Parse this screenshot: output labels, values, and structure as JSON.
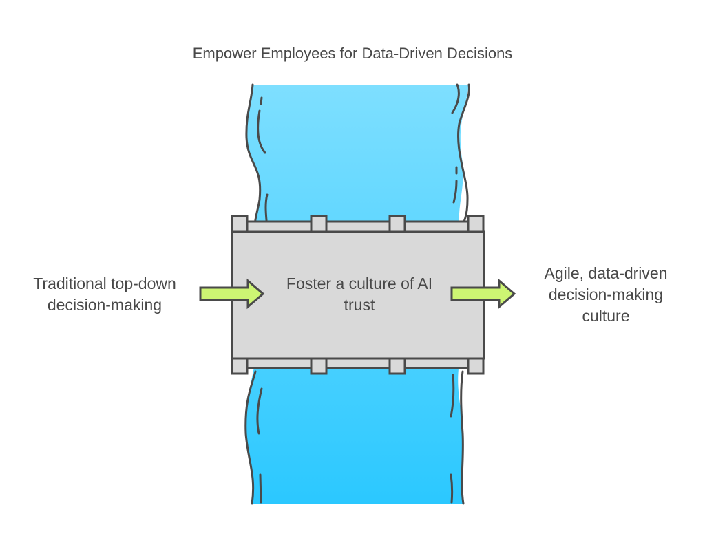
{
  "title": "Empower Employees for Data-Driven Decisions",
  "left_label": [
    "Traditional top-down",
    "decision-making"
  ],
  "center_label": [
    "Foster a culture of AI",
    "trust"
  ],
  "right_label": [
    "Agile, data-driven",
    "decision-making",
    "culture"
  ],
  "colors": {
    "river_top": "#7EDFFF",
    "river_bottom": "#2BC8FF",
    "bridge": "#D9D9D9",
    "arrow": "#CDF573",
    "stroke": "#4A4A4A"
  }
}
